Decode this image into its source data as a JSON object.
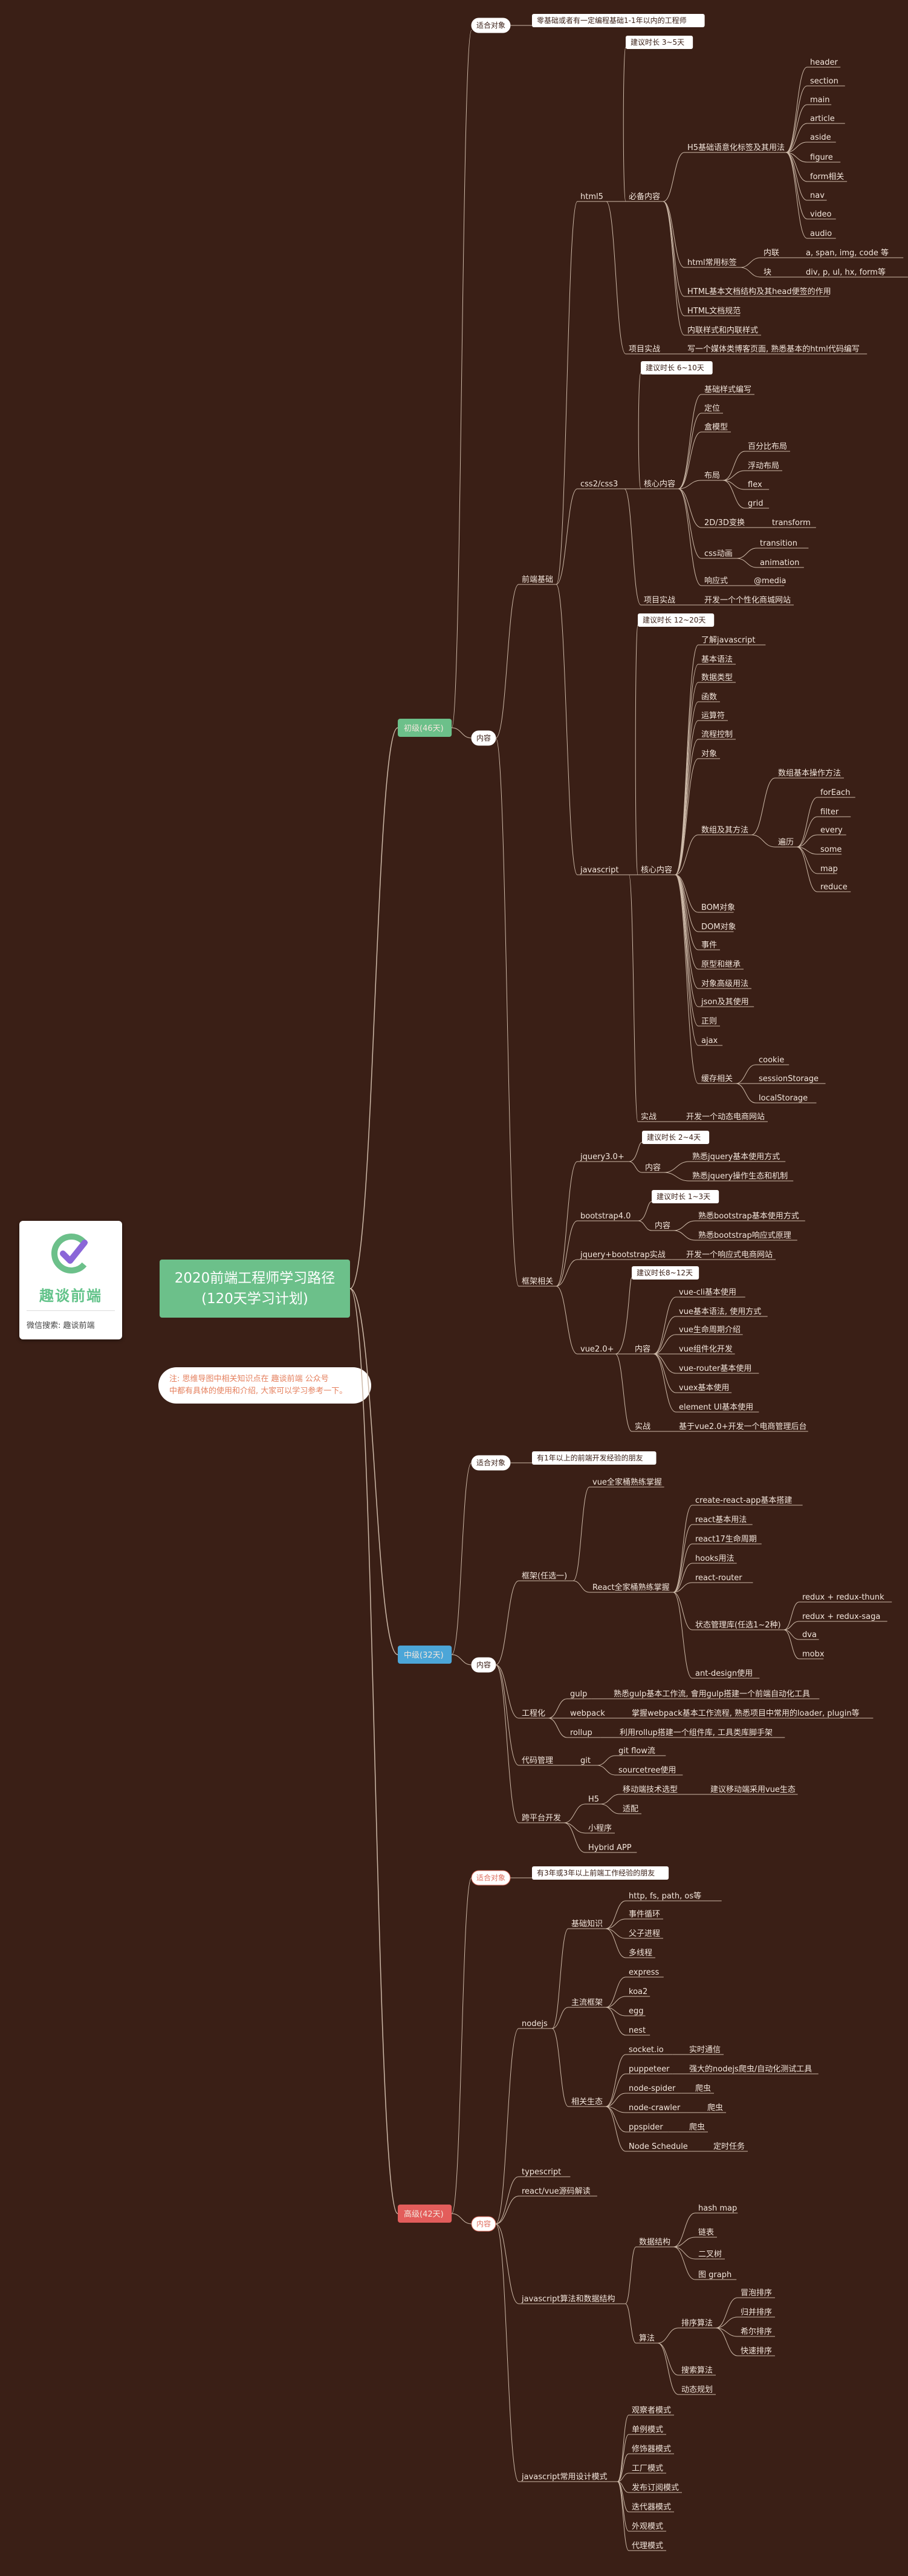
{
  "brand": {
    "name": "趣谈前端",
    "wechat": "微信搜索: 趣谈前端",
    "accent": "#63c38a"
  },
  "root": {
    "title_line1": "2020前端工程师学习路径",
    "title_line2": "(120天学习计划)"
  },
  "note": {
    "line1": "注: 思维导图中相关知识点在 趣谈前端 公众号",
    "line2": "中都有具体的使用和介绍, 大家可以学习参考一下。"
  },
  "colors": {
    "background": "#3a1f16",
    "primary_green": "#6cc08a",
    "intermediate_blue": "#4ca6d8",
    "advanced_red": "#e35d5b",
    "line": "#cdb9a8"
  },
  "stages": [
    {
      "id": "s1",
      "label": "初级(46天)",
      "color": "#6cc08a"
    },
    {
      "id": "s2",
      "label": "中级(32天)",
      "color": "#4ca6d8"
    },
    {
      "id": "s3",
      "label": "高级(42天)",
      "color": "#e35d5b"
    }
  ],
  "labels": {
    "s1_target": "适合对象",
    "s1_target_desc": "零基础或者有一定编程基础1-1年以内的工程师",
    "s1_content": "内容",
    "frontend_basics": "前端基础",
    "html5": "html5",
    "html5_time": "建议时长 3~5天",
    "html5_core": "必备内容",
    "h5_semantic": "H5基础语意化标签及其用法",
    "sem_header": "header",
    "sem_section": "section",
    "sem_main": "main",
    "sem_article": "article",
    "sem_aside": "aside",
    "sem_figure": "figure",
    "sem_form": "form相关",
    "sem_nav": "nav",
    "sem_video": "video",
    "sem_audio": "audio",
    "html_common": "html常用标签",
    "inline": "内联",
    "inline_tags": "a, span, img, code 等",
    "block": "块",
    "block_tags": "div, p, ul, hx, form等",
    "html_doc_struct": "HTML基本文档结构及其head便签的作用",
    "html_doc_spec": "HTML文档规范",
    "inline_styles": "内联样式和内联样式",
    "html_project": "项目实战",
    "html_project_desc": "写一个媒体类博客页面, 熟悉基本的html代码编写",
    "css": "css2/css3",
    "css_time": "建议时长 6~10天",
    "css_core": "核心内容",
    "css_selector": "基础样式编写",
    "css_position": "定位",
    "css_box": "盒模型",
    "css_layout": "布局",
    "layout_percent": "百分比布局",
    "layout_float": "浮动布局",
    "layout_flex": "flex",
    "layout_grid": "grid",
    "css_transform": "2D/3D变换",
    "transform": "transform",
    "css_anim": "css动画",
    "transition": "transition",
    "animation": "animation",
    "css_responsive": "响应式",
    "media": "@media",
    "css_project": "项目实战",
    "css_project_desc": "开发一个个性化商城网站",
    "js": "javascript",
    "js_time": "建议时长 12~20天",
    "js_core": "核心内容",
    "js_intro": "了解javascript",
    "js_syntax": "基本语法",
    "js_types": "数据类型",
    "js_func": "函数",
    "js_ops": "运算符",
    "js_flow": "流程控制",
    "js_object": "对象",
    "js_array": "数组及其方法",
    "array_basic": "数组基本操作方法",
    "array_iter": "遍历",
    "it_foreach": "forEach",
    "it_filter": "filter",
    "it_every": "every",
    "it_some": "some",
    "it_map": "map",
    "it_reduce": "reduce",
    "js_bom": "BOM对象",
    "js_dom": "DOM对象",
    "js_event": "事件",
    "js_proto": "原型和继承",
    "js_scope": "对象高级用法",
    "js_json": "json及其使用",
    "js_regex": "正则",
    "js_ajax": "ajax",
    "js_storage": "缓存相关",
    "st_cookie": "cookie",
    "st_session": "sessionStorage",
    "st_local": "localStorage",
    "js_project": "实战",
    "js_project_desc": "开发一个动态电商网站",
    "frameworks": "框架相关",
    "jquery": "jquery3.0+",
    "jq_time": "建议时长 2~4天",
    "jq_content": "内容",
    "jq_1": "熟悉jquery基本使用方式",
    "jq_2": "熟悉jquery操作生态和机制",
    "bootstrap": "bootstrap4.0",
    "bs_time": "建议时长 1~3天",
    "bs_content": "内容",
    "bs_1": "熟悉bootstrap基本使用方式",
    "bs_2": "熟悉bootstrap响应式原理",
    "jq_bs_project": "jquery+bootstrap实战",
    "jq_bs_project_desc": "开发一个响应式电商网站",
    "vue": "vue2.0+",
    "vue_time": "建议时长8~12天",
    "vue_content": "内容",
    "vue_1": "vue-cli基本使用",
    "vue_2": "vue基本语法, 使用方式",
    "vue_3": "vue生命周期介绍",
    "vue_4": "vue组件化开发",
    "vue_5": "vue-router基本使用",
    "vue_6": "vuex基本使用",
    "vue_7": "element UI基本使用",
    "vue_project": "实战",
    "vue_project_desc": "基于vue2.0+开发一个电商管理后台",
    "s2_target": "适合对象",
    "s2_target_desc": "有1年以上的前端开发经验的朋友",
    "s2_content": "内容",
    "fw_pick": "框架(任选一)",
    "vue_ecosystem": "vue全家桶熟练掌握",
    "react_ecosystem": "React全家桶熟练掌握",
    "r_cra": "create-react-app基本搭建",
    "r_basic": "react基本用法",
    "r_lifecycle": "react17生命周期",
    "r_hooks": "hooks用法",
    "r_router": "react-router",
    "r_state": "状态管理库(任选1~2种)",
    "r_thunk": "redux + redux-thunk",
    "r_saga": "redux + redux-saga",
    "r_dva": "dva",
    "r_mobx": "mobx",
    "r_antd": "ant-design使用",
    "engineering": "工程化",
    "gulp": "gulp",
    "gulp_desc": "熟悉gulp基本工作流, 會用gulp搭建一个前端自动化工具",
    "webpack": "webpack",
    "webpack_desc": "掌握webpack基本工作流程, 熟悉项目中常用的loader, plugin等",
    "rollup": "rollup",
    "rollup_desc": "利用rollup搭建一个组件库, 工具类库脚手架",
    "vcs": "代码管理",
    "git": "git",
    "git_flow": "git flow流",
    "sourcetree": "sourcetree使用",
    "cross": "跨平台开发",
    "h5": "H5",
    "h5_mobile": "移动端技术选型",
    "h5_mobile_desc": "建议移动端采用vue生态",
    "h5_adapt": "适配",
    "miniapp": "小程序",
    "hybrid": "Hybrid APP",
    "s3_target": "适合对象",
    "s3_target_desc": "有3年或3年以上前端工作经验的朋友",
    "s3_content": "内容",
    "nodejs": "nodejs",
    "node_basic": "基础知识",
    "nb_http": "http, fs, path, os等",
    "nb_event": "事件循环",
    "nb_process": "父子进程",
    "nb_thread": "多线程",
    "node_fw": "主流框架",
    "nf_express": "express",
    "nf_koa": "koa2",
    "nf_egg": "egg",
    "nf_nest": "nest",
    "node_eco": "相关生态",
    "ne_socket": "socket.io",
    "ne_socket_desc": "实时通信",
    "ne_puppeteer": "puppeteer",
    "ne_puppeteer_desc": "强大的nodejs爬虫/自动化测试工具",
    "ne_spider": "node-spider",
    "ne_spider_desc": "爬虫",
    "ne_crawler": "node-crawler",
    "ne_crawler_desc": "爬虫",
    "ne_ppspider": "ppspider",
    "ne_ppspider_desc": "爬虫",
    "ne_schedule": "Node Schedule",
    "ne_schedule_desc": "定时任务",
    "typescript": "typescript",
    "react_vue_src": "react/vue源码解读",
    "algo": "javascript算法和数据结构",
    "ds": "数据结构",
    "ds_hash": "hash map",
    "ds_list": "链表",
    "ds_tree": "二叉树",
    "ds_graph": "图 graph",
    "alg": "算法",
    "sort": "排序算法",
    "sort_bubble": "冒泡排序",
    "sort_merge": "归并排序",
    "sort_shell": "希尔排序",
    "sort_quick": "快速排序",
    "alg_search": "搜索算法",
    "alg_dp": "动态规划",
    "patterns": "javascript常用设计模式",
    "p_observer": "观察者模式",
    "p_singleton": "单例模式",
    "p_decorator": "修饰器模式",
    "p_factory": "工厂模式",
    "p_pubsub": "发布订阅模式",
    "p_iterator": "迭代器模式",
    "p_facade": "外观模式",
    "p_proxy": "代理模式"
  }
}
